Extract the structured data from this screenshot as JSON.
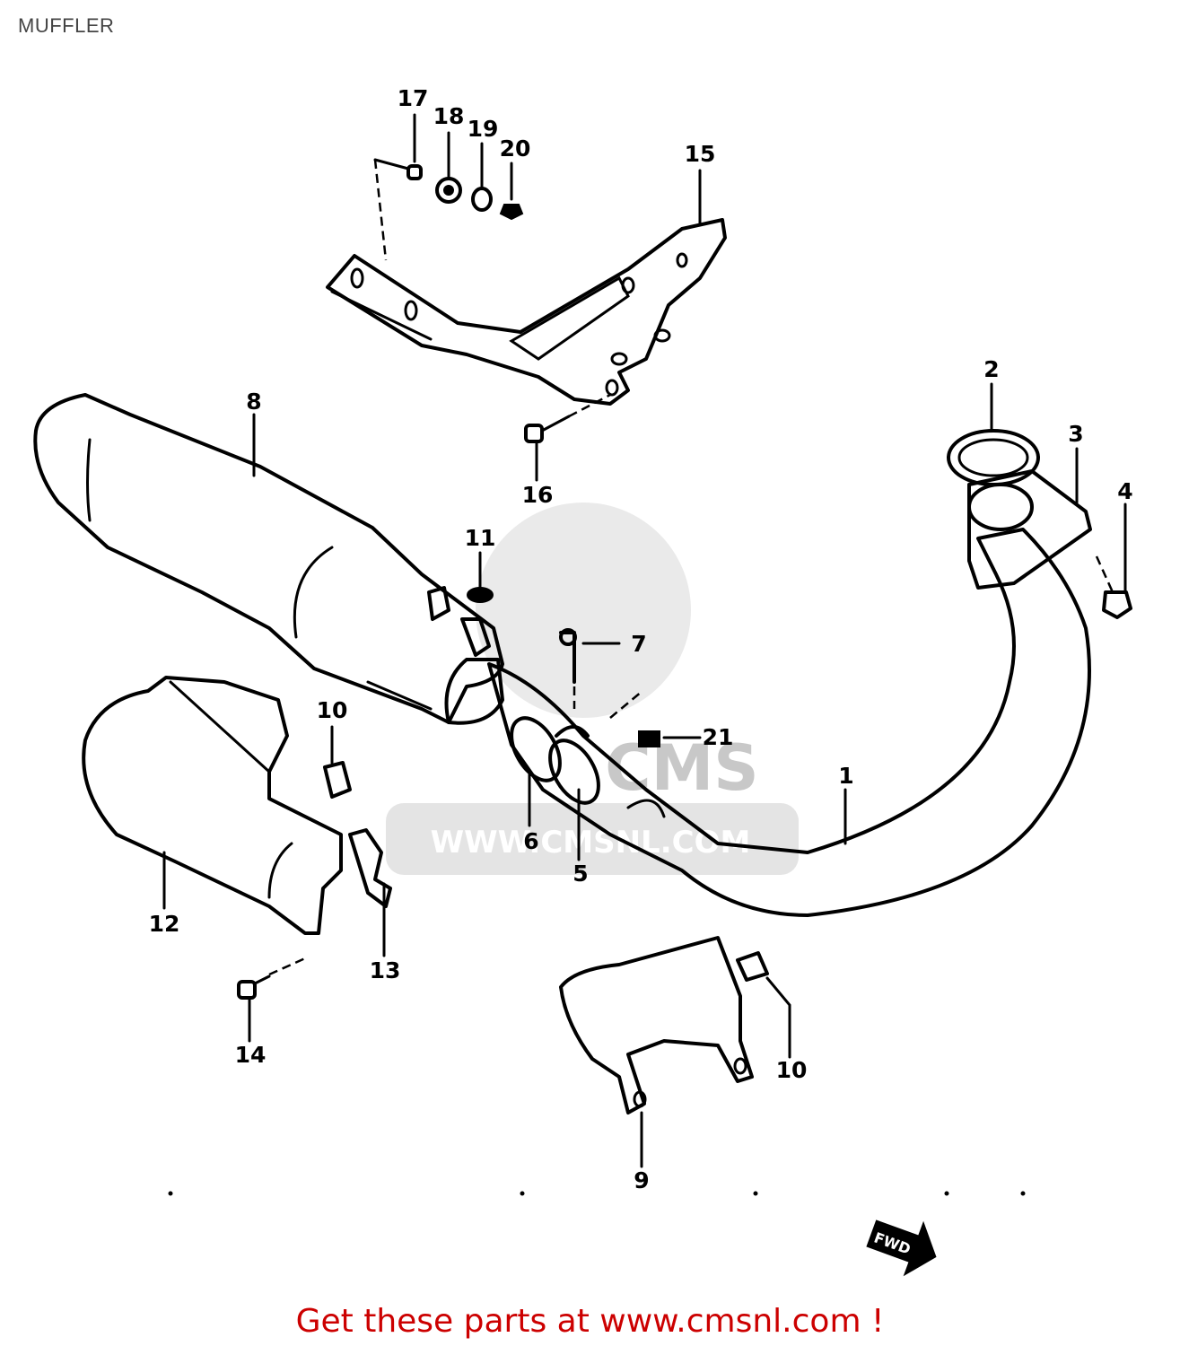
{
  "header": {
    "title": "MUFFLER"
  },
  "watermark": {
    "text": "WWW.CMSNL.COM",
    "brand": "CMS"
  },
  "footer": {
    "text": "Get these parts at www.cmsnl.com !",
    "color": "#cc0000"
  },
  "callouts": [
    {
      "id": "c1",
      "label": "1"
    },
    {
      "id": "c2",
      "label": "2"
    },
    {
      "id": "c3",
      "label": "3"
    },
    {
      "id": "c4",
      "label": "4"
    },
    {
      "id": "c5",
      "label": "5"
    },
    {
      "id": "c6",
      "label": "6"
    },
    {
      "id": "c7",
      "label": "7"
    },
    {
      "id": "c8",
      "label": "8"
    },
    {
      "id": "c9",
      "label": "9"
    },
    {
      "id": "c10a",
      "label": "10"
    },
    {
      "id": "c10b",
      "label": "10"
    },
    {
      "id": "c11",
      "label": "11"
    },
    {
      "id": "c12",
      "label": "12"
    },
    {
      "id": "c13",
      "label": "13"
    },
    {
      "id": "c14",
      "label": "14"
    },
    {
      "id": "c15",
      "label": "15"
    },
    {
      "id": "c16",
      "label": "16"
    },
    {
      "id": "c17",
      "label": "17"
    },
    {
      "id": "c18",
      "label": "18"
    },
    {
      "id": "c19",
      "label": "19"
    },
    {
      "id": "c20",
      "label": "20"
    },
    {
      "id": "c21",
      "label": "21"
    }
  ],
  "direction_marker": {
    "label": "FWD"
  }
}
